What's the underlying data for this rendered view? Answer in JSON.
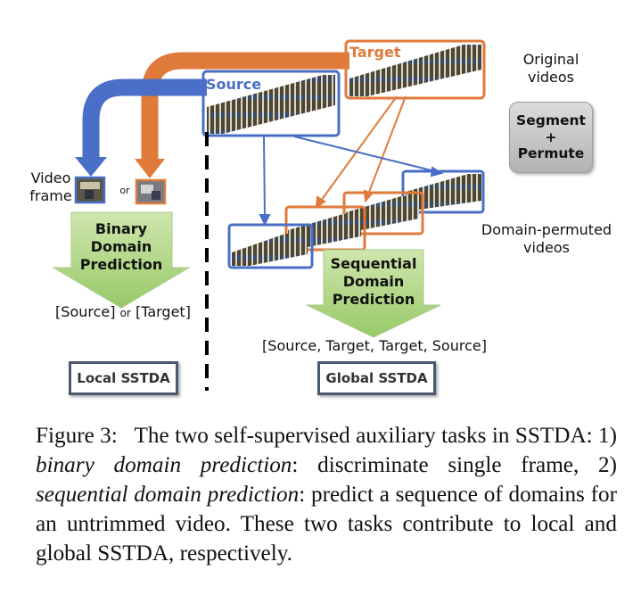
{
  "figure": {
    "labels": {
      "target": "Target",
      "source": "Source",
      "original_videos": "Original\nvideos",
      "segment": "Segment",
      "plus": "+",
      "permute": "Permute",
      "video_frame": "Video\nframe",
      "or_small": "or",
      "binary_domain_prediction": "Binary\nDomain\nPrediction",
      "binary_output_a": "[Source]",
      "binary_output_b": "[Target]",
      "domain_permuted_videos": "Domain-permuted\nvideos",
      "sequential_domain_prediction": "Sequential\nDomain\nPrediction",
      "sequential_output": "[Source, Target, Target, Source]",
      "local_sstda": "Local SSTDA",
      "global_sstda": "Global SSTDA"
    },
    "colors": {
      "source_blue": "#4a6fc8",
      "target_orange": "#e07a3a",
      "green_top": "#c9e3a8",
      "green_bottom": "#9ccc6b",
      "box_border": "#4a5a6e"
    }
  },
  "caption": {
    "label": "Figure 3:",
    "text_1": "The two self-supervised auxiliary tasks in SSTDA: 1)",
    "term_1": "binary domain prediction",
    "text_2": ": discriminate single frame, 2)",
    "term_2": "sequential domain prediction",
    "text_3": ": predict a sequence of domains for an untrimmed video. These two tasks contribute to local and global SSTDA, respectively."
  }
}
